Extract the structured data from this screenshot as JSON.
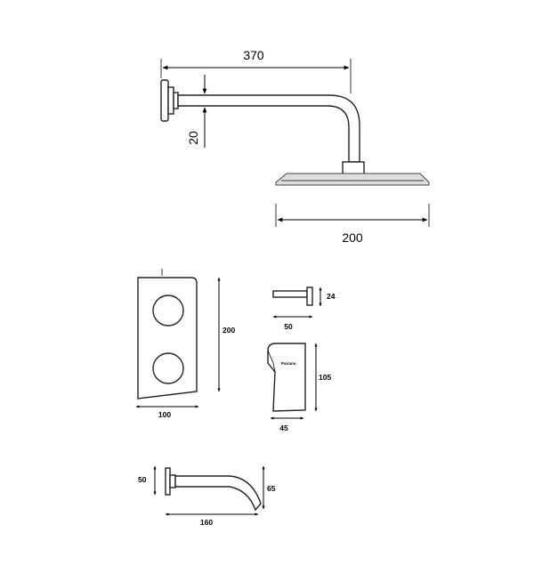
{
  "dimensions": {
    "arm_length": "370",
    "arm_drop": "20",
    "head_width": "200",
    "plate_height": "200",
    "plate_width": "100",
    "diverter_depth": "24",
    "diverter_length": "50",
    "handle_height": "105",
    "handle_width": "45",
    "spout_height": "50",
    "spout_drop": "65",
    "spout_length": "160"
  },
  "handle_brand": "Pairano"
}
